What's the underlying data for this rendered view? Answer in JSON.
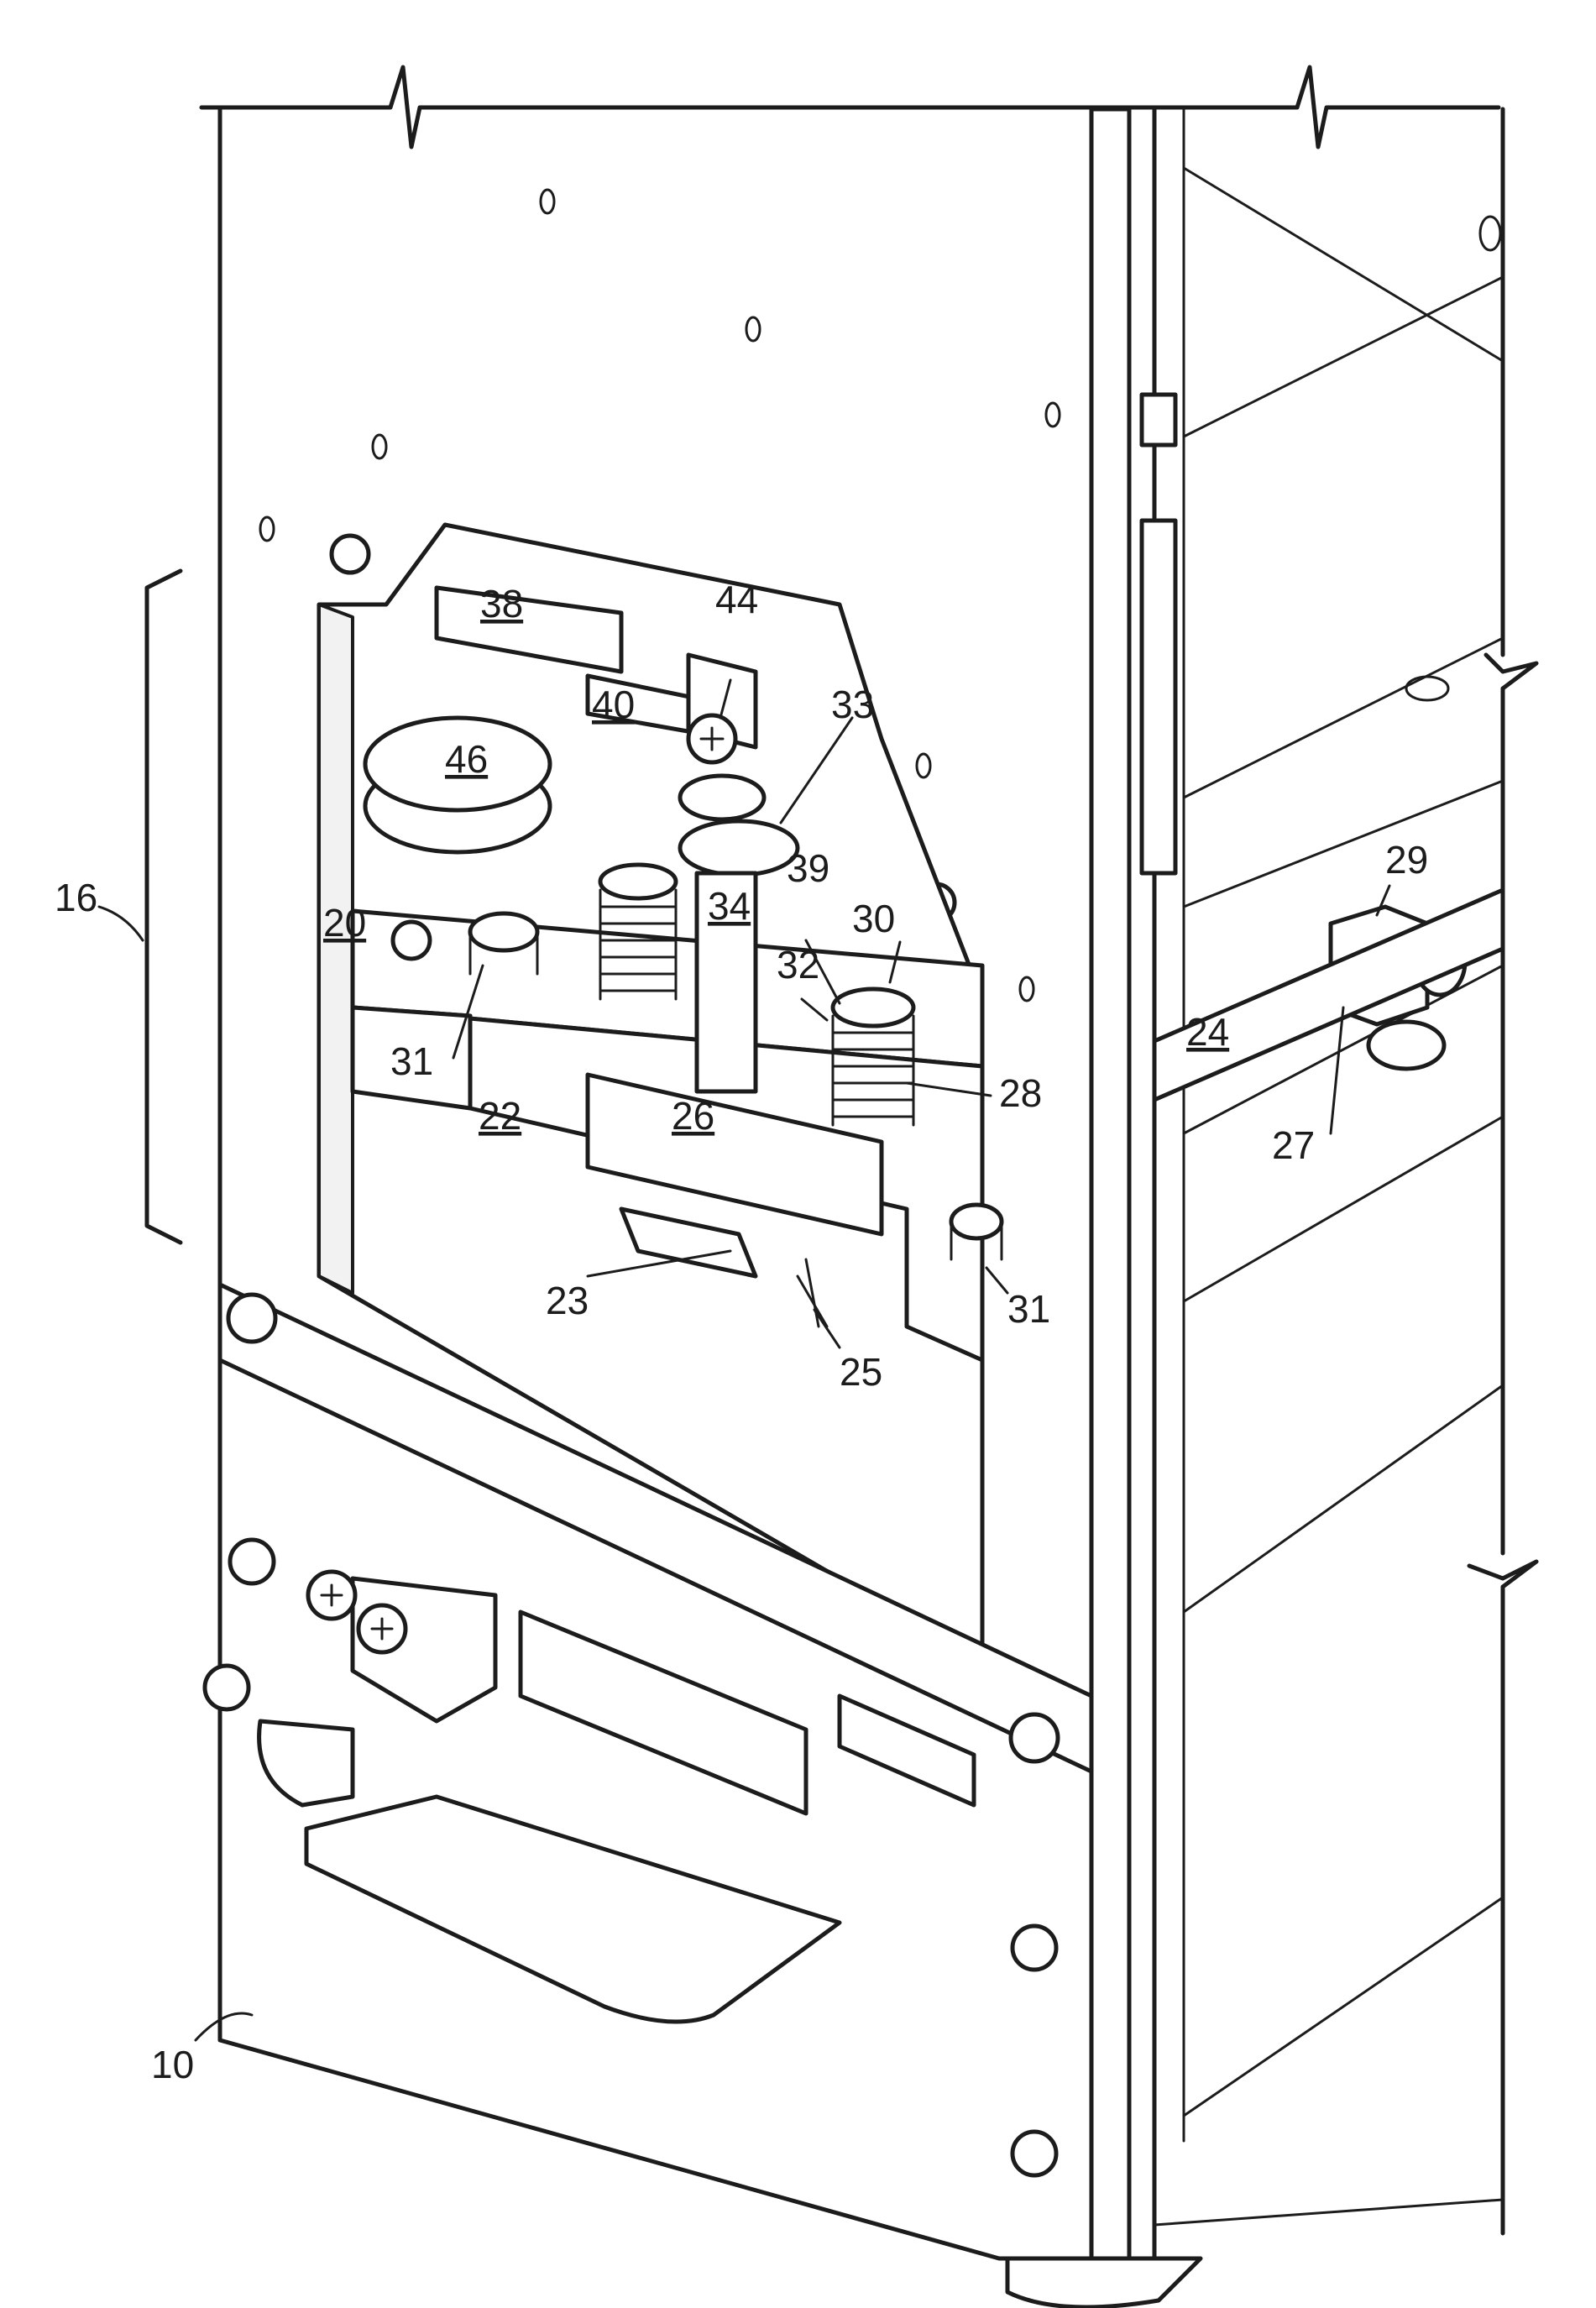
{
  "labels": {
    "l10": "10",
    "l16": "16",
    "l20": "20",
    "l22": "22",
    "l23": "23",
    "l24": "24",
    "l25": "25",
    "l26": "26",
    "l27": "27",
    "l28": "28",
    "l29": "29",
    "l30": "30",
    "l31a": "31",
    "l31b": "31",
    "l32": "32",
    "l33": "33",
    "l34": "34",
    "l38": "38",
    "l39": "39",
    "l40": "40",
    "l44": "44",
    "l46": "46"
  }
}
